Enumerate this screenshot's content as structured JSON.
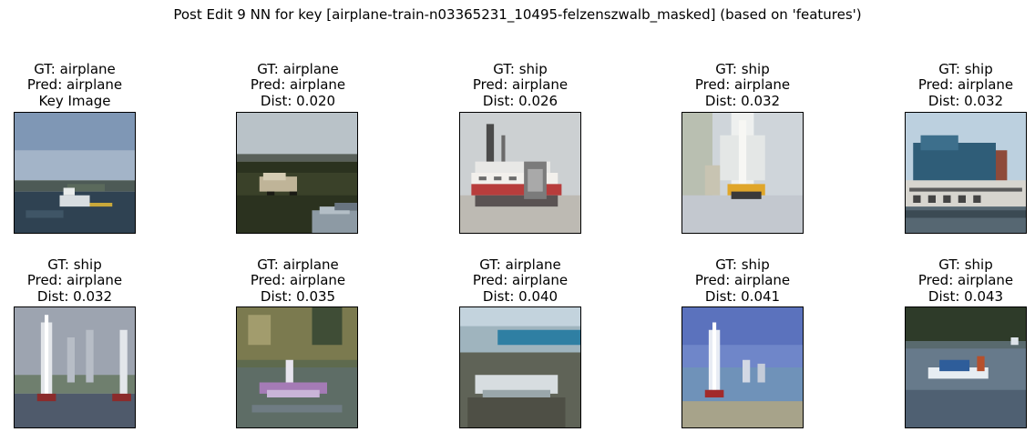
{
  "title": "Post Edit 9 NN for key [airplane-train-n03365231_10495-felzenszwalb_masked] (based on 'features')",
  "panels": [
    {
      "gt": "GT: airplane",
      "pred": "Pred: airplane",
      "info": "Key Image",
      "thumbnail_icon": "harbor-boat-thumbnail"
    },
    {
      "gt": "GT: airplane",
      "pred": "Pred: airplane",
      "info": "Dist: 0.020",
      "thumbnail_icon": "grass-field-vehicle-thumbnail"
    },
    {
      "gt": "GT: ship",
      "pred": "Pred: airplane",
      "info": "Dist: 0.026",
      "thumbnail_icon": "paddle-steamer-thumbnail"
    },
    {
      "gt": "GT: ship",
      "pred": "Pred: airplane",
      "info": "Dist: 0.032",
      "thumbnail_icon": "speedboat-spray-thumbnail"
    },
    {
      "gt": "GT: ship",
      "pred": "Pred: airplane",
      "info": "Dist: 0.032",
      "thumbnail_icon": "waterfront-building-thumbnail"
    },
    {
      "gt": "GT: ship",
      "pred": "Pred: airplane",
      "info": "Dist: 0.032",
      "thumbnail_icon": "sailboats-thumbnail"
    },
    {
      "gt": "GT: airplane",
      "pred": "Pred: airplane",
      "info": "Dist: 0.035",
      "thumbnail_icon": "seaplane-lake-thumbnail"
    },
    {
      "gt": "GT: airplane",
      "pred": "Pred: airplane",
      "info": "Dist: 0.040",
      "thumbnail_icon": "beached-boat-thumbnail"
    },
    {
      "gt": "GT: ship",
      "pred": "Pred: airplane",
      "info": "Dist: 0.041",
      "thumbnail_icon": "sailboat-sea-thumbnail"
    },
    {
      "gt": "GT: ship",
      "pred": "Pred: airplane",
      "info": "Dist: 0.043",
      "thumbnail_icon": "motorboat-lake-thumbnail"
    }
  ]
}
